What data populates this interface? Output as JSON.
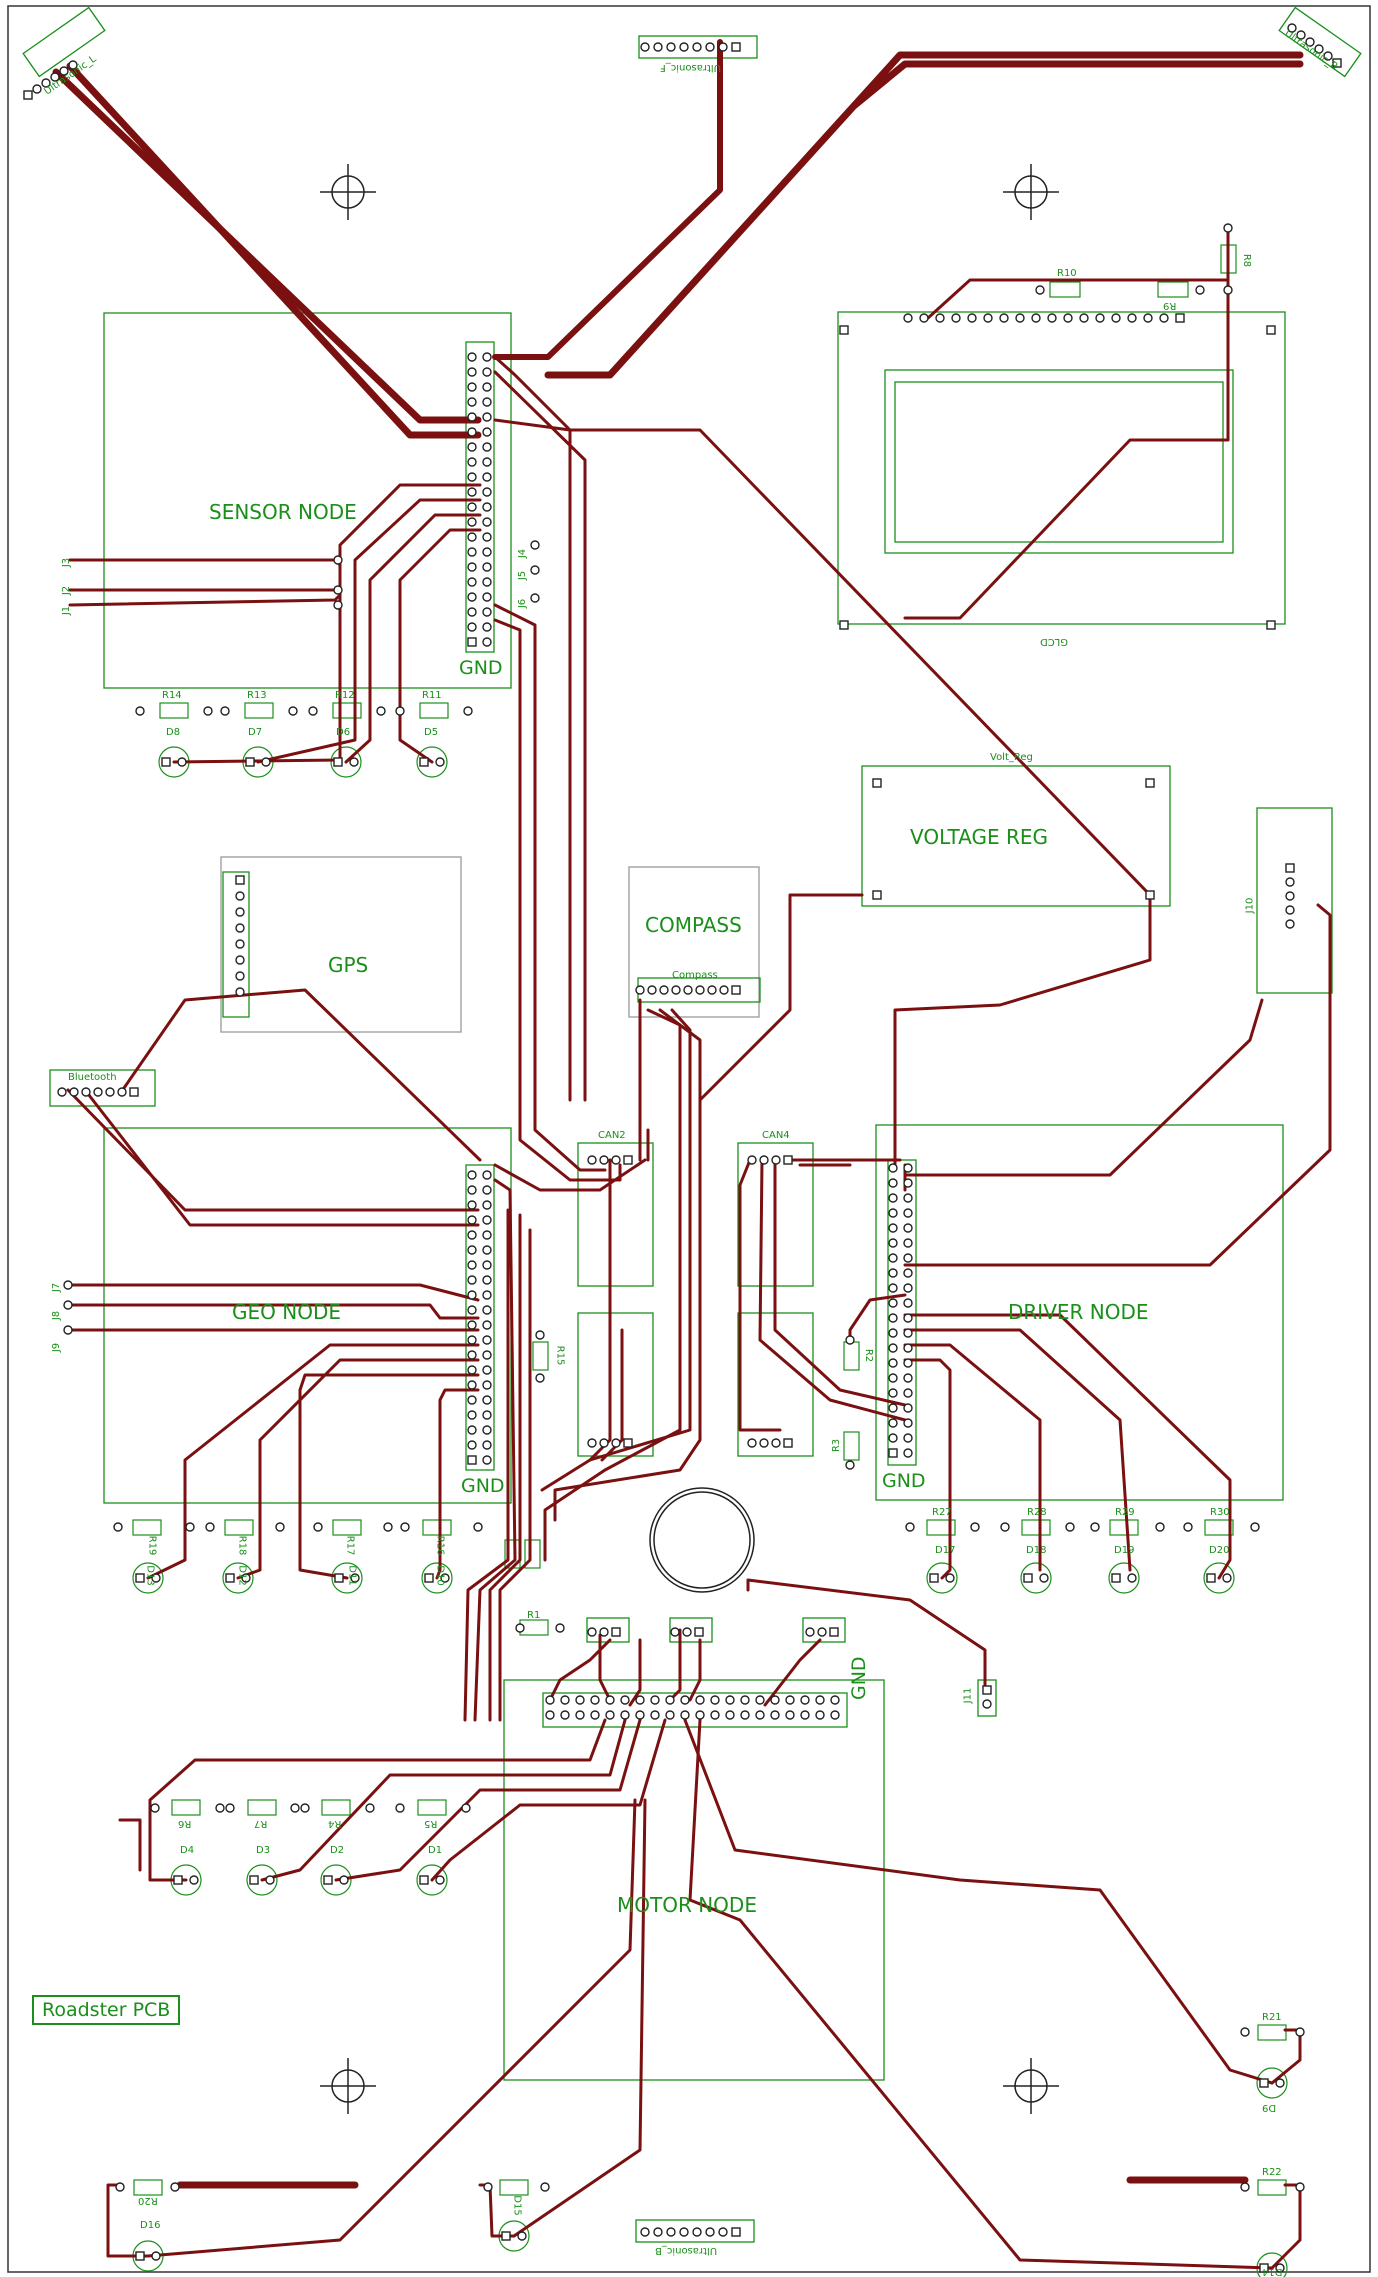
{
  "board": {
    "title": "Roadster PCB",
    "colors": {
      "trace": "#7a1010",
      "silk": "#1a8f1a",
      "pad": "#222222",
      "background": "#ffffff"
    }
  },
  "nodes": {
    "sensor": "SENSOR NODE",
    "geo": "GEO NODE",
    "driver": "DRIVER NODE",
    "motor": "MOTOR NODE",
    "gps": "GPS",
    "compass": "COMPASS",
    "voltage": "VOLTAGE REG"
  },
  "gnd_labels": [
    "GND",
    "GND",
    "GND",
    "GND"
  ],
  "connectors": {
    "bluetooth": "Bluetooth",
    "compass_hdr": "Compass",
    "volt_reg": "Volt_Reg",
    "can2": "CAN2",
    "can4": "CAN4",
    "glcd": "GLCD"
  },
  "ultrasonic": {
    "front": "Ultrasonic_F",
    "back": "Ultrasonic_B",
    "left": "Ultrasonic_L",
    "right": "Ultrasonic_R"
  },
  "jumpers": [
    "J1",
    "J2",
    "J3",
    "J4",
    "J5",
    "J6",
    "J7",
    "J8",
    "J9",
    "J10",
    "J11"
  ],
  "resistors": [
    "R1",
    "R2",
    "R3",
    "R4",
    "R5",
    "R6",
    "R7",
    "R8",
    "R9",
    "R10",
    "R11",
    "R12",
    "R13",
    "R14",
    "R15",
    "R16",
    "R17",
    "R18",
    "R19",
    "R20",
    "R21",
    "R22",
    "R27",
    "R28",
    "R29",
    "R30"
  ],
  "diodes": [
    "D1",
    "D2",
    "D3",
    "D4",
    "D5",
    "D6",
    "D7",
    "D8",
    "D9",
    "D10",
    "D11",
    "D12",
    "D13",
    "D14",
    "D15",
    "D16",
    "D17",
    "D18",
    "D19",
    "D20"
  ]
}
